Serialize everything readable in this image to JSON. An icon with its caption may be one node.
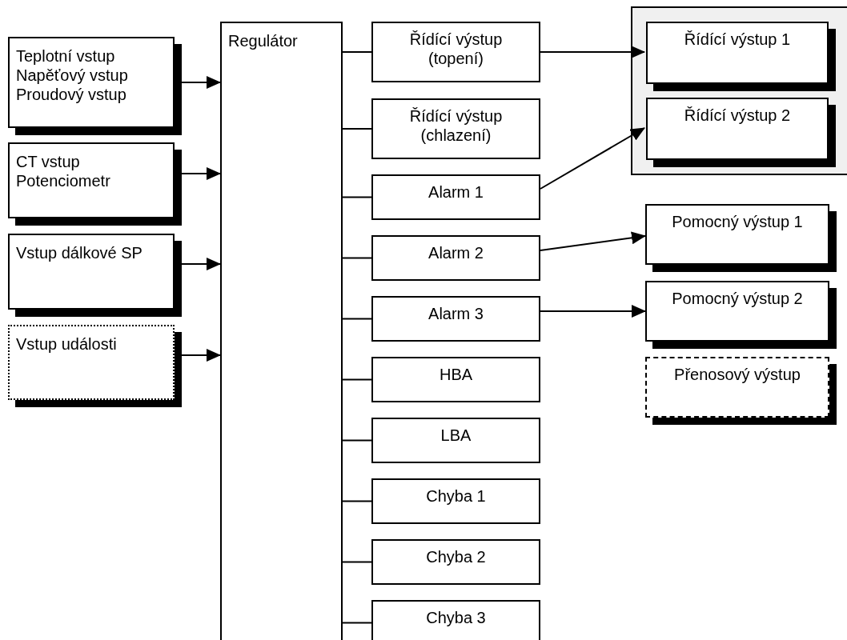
{
  "diagram": {
    "nodes": [
      {
        "text": [
          "Teplotní vstup",
          "Napěťový vstup",
          "Proudový vstup"
        ]
      },
      {
        "text": [
          "CT vstup",
          "Potenciometr"
        ]
      },
      {
        "text": [
          "Vstup dálkové SP"
        ]
      },
      {
        "text": [
          "Vstup události"
        ]
      },
      {
        "text": [
          "Regulátor"
        ]
      },
      {
        "text": [
          "Řídící výstup (topení)"
        ]
      },
      {
        "text": [
          "Řídící výstup (chlazení)"
        ]
      },
      {
        "text": [
          "Alarm 1"
        ]
      },
      {
        "text": [
          "Alarm 2"
        ]
      },
      {
        "text": [
          "Alarm 3"
        ]
      },
      {
        "text": [
          "HBA"
        ]
      },
      {
        "text": [
          "LBA"
        ]
      },
      {
        "text": [
          "Chyba 1"
        ]
      },
      {
        "text": [
          "Chyba 2"
        ]
      },
      {
        "text": [
          "Chyba 3"
        ]
      },
      {
        "text": [],
        "shape": "box"
      },
      {
        "text": [
          "Řídící výstup 1"
        ],
        "in": 15
      },
      {
        "text": [
          "Řídící výstup 2"
        ],
        "in": 15
      },
      {
        "text": [
          "Pomocný výstup 1"
        ]
      },
      {
        "text": [
          "Pomocný výstup 2"
        ]
      },
      {
        "text": [
          "Přenosový výstup"
        ]
      }
    ],
    "edges": [
      {
        "from": 0,
        "to": 4,
        "arrow": "to"
      },
      {
        "from": 1,
        "to": 4,
        "arrow": "to"
      },
      {
        "from": 2,
        "to": 4,
        "arrow": "to"
      },
      {
        "from": 3,
        "to": 4,
        "arrow": "to"
      },
      {
        "from": 4,
        "to": 5,
        "arrow": "none"
      },
      {
        "from": 4,
        "to": 6,
        "arrow": "none"
      },
      {
        "from": 4,
        "to": 7,
        "arrow": "none"
      },
      {
        "from": 4,
        "to": 8,
        "arrow": "none"
      },
      {
        "from": 4,
        "to": 9,
        "arrow": "none"
      },
      {
        "from": 4,
        "to": 10,
        "arrow": "none"
      },
      {
        "from": 4,
        "to": 11,
        "arrow": "none"
      },
      {
        "from": 4,
        "to": 12,
        "arrow": "none"
      },
      {
        "from": 4,
        "to": 13,
        "arrow": "none"
      },
      {
        "from": 4,
        "to": 14,
        "arrow": "none"
      },
      {
        "from": 5,
        "to": 16,
        "arrow": "to"
      },
      {
        "from": 7,
        "to": 17,
        "arrow": "to"
      },
      {
        "from": 8,
        "to": 18,
        "arrow": "to"
      },
      {
        "from": 9,
        "to": 19,
        "arrow": "to"
      }
    ]
  }
}
